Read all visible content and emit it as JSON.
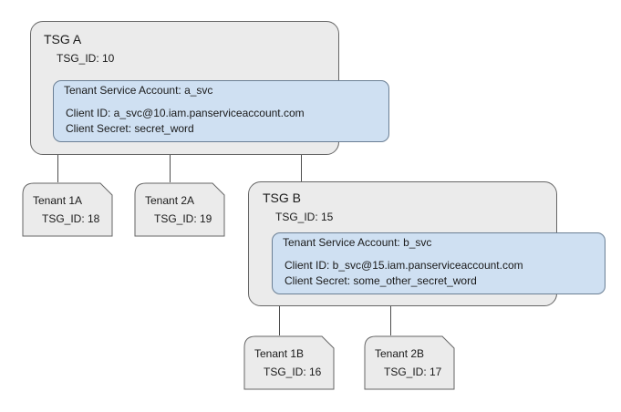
{
  "diagram": {
    "groups": [
      {
        "id": "tsg-a",
        "title": "TSG A",
        "tsg_id_label": "TSG_ID: 10",
        "service_account": {
          "title": "Tenant Service Account: a_svc",
          "client_id": "Client ID: a_svc@10.iam.panserviceaccount.com",
          "client_secret": "Client Secret: secret_word"
        }
      },
      {
        "id": "tsg-b",
        "title": "TSG B",
        "tsg_id_label": "TSG_ID: 15",
        "service_account": {
          "title": "Tenant Service Account: b_svc",
          "client_id": "Client ID: b_svc@15.iam.panserviceaccount.com",
          "client_secret": "Client Secret: some_other_secret_word"
        }
      }
    ],
    "tenants": [
      {
        "id": "tenant-1a",
        "name": "Tenant 1A",
        "tsg_id_label": "TSG_ID: 18"
      },
      {
        "id": "tenant-2a",
        "name": "Tenant 2A",
        "tsg_id_label": "TSG_ID: 19"
      },
      {
        "id": "tenant-1b",
        "name": "Tenant 1B",
        "tsg_id_label": "TSG_ID: 16"
      },
      {
        "id": "tenant-2b",
        "name": "Tenant 2B",
        "tsg_id_label": "TSG_ID: 17"
      }
    ],
    "colors": {
      "group_fill": "#ebebeb",
      "group_stroke": "#666666",
      "service_account_fill": "#cfe0f2",
      "service_account_stroke": "#6b7f94",
      "tenant_fill": "#ebebeb",
      "tenant_stroke": "#666666",
      "connector": "#4d4d4d",
      "text": "#1a1a1a",
      "background": "#ffffff"
    }
  }
}
